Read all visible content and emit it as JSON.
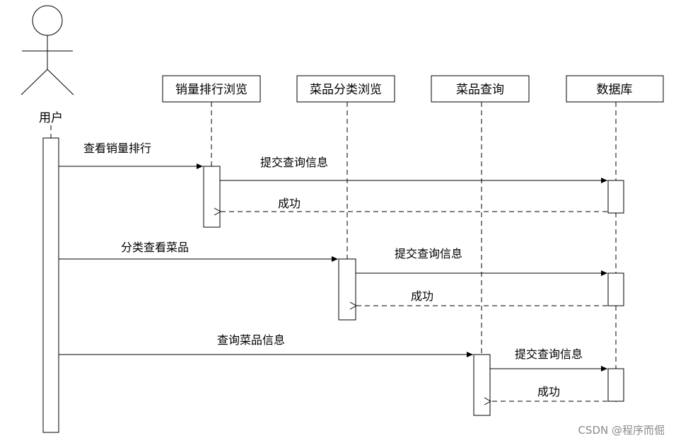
{
  "actor": {
    "label": "用户"
  },
  "lifelines": [
    {
      "id": "sales",
      "label": "销量排行浏览"
    },
    {
      "id": "category",
      "label": "菜品分类浏览"
    },
    {
      "id": "query",
      "label": "菜品查询"
    },
    {
      "id": "db",
      "label": "数据库"
    }
  ],
  "messages": [
    {
      "from": "user",
      "to": "sales",
      "label": "查看销量排行",
      "kind": "call"
    },
    {
      "from": "sales",
      "to": "db",
      "label": "提交查询信息",
      "kind": "call"
    },
    {
      "from": "db",
      "to": "sales",
      "label": "成功",
      "kind": "return"
    },
    {
      "from": "user",
      "to": "category",
      "label": "分类查看菜品",
      "kind": "call"
    },
    {
      "from": "category",
      "to": "db",
      "label": "提交查询信息",
      "kind": "call"
    },
    {
      "from": "db",
      "to": "category",
      "label": "成功",
      "kind": "return"
    },
    {
      "from": "user",
      "to": "query",
      "label": "查询菜品信息",
      "kind": "call"
    },
    {
      "from": "query",
      "to": "db",
      "label": "提交查询信息",
      "kind": "call"
    },
    {
      "from": "db",
      "to": "query",
      "label": "成功",
      "kind": "return"
    }
  ],
  "watermark": "CSDN @程序而倔"
}
